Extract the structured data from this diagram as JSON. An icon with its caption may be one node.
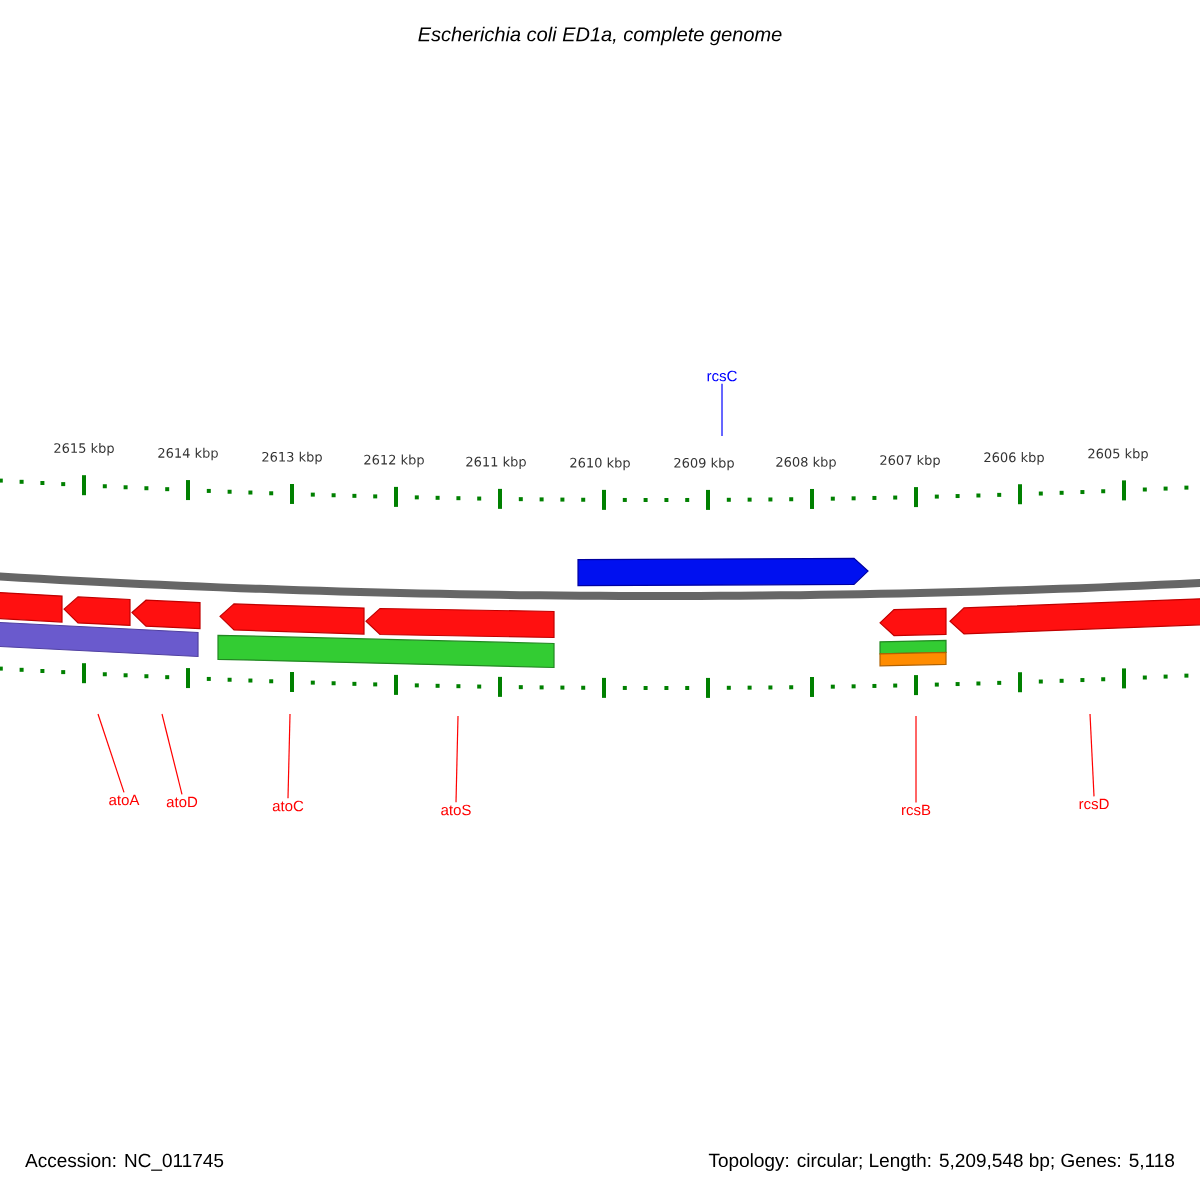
{
  "diagram": {
    "title": "Escherichia coli ED1a, complete genome",
    "nodes": [
      {
        "text": [
          "rcsC"
        ]
      },
      {
        "text": [
          "atoA"
        ]
      },
      {
        "text": [
          "atoD"
        ]
      },
      {
        "text": [
          "atoC"
        ]
      },
      {
        "text": [
          "atoS"
        ]
      },
      {
        "text": [
          "rcsB"
        ]
      },
      {
        "text": [
          "rcsD"
        ]
      }
    ],
    "edges": [
      {
        "from": 0,
        "to": null,
        "arrow": "none",
        "color": "#0000ff"
      },
      {
        "from": 1,
        "to": null,
        "arrow": "none"
      },
      {
        "from": 2,
        "to": null,
        "arrow": "none"
      },
      {
        "from": 3,
        "to": null,
        "arrow": "none"
      },
      {
        "from": 4,
        "to": null,
        "arrow": "none"
      },
      {
        "from": 5,
        "to": null,
        "arrow": "none"
      },
      {
        "from": 6,
        "to": null,
        "arrow": "none"
      }
    ],
    "labels": [
      "2615 kbp",
      "2614 kbp",
      "2613 kbp",
      "2612 kbp",
      "2611 kbp",
      "2610 kbp",
      "2609 kbp",
      "2608 kbp",
      "2607 kbp",
      "2606 kbp",
      "2605 kbp",
      "Accession: NC_011745",
      "Topology: circular; Length: 5,209,548 bp; Genes: 5,118"
    ]
  }
}
